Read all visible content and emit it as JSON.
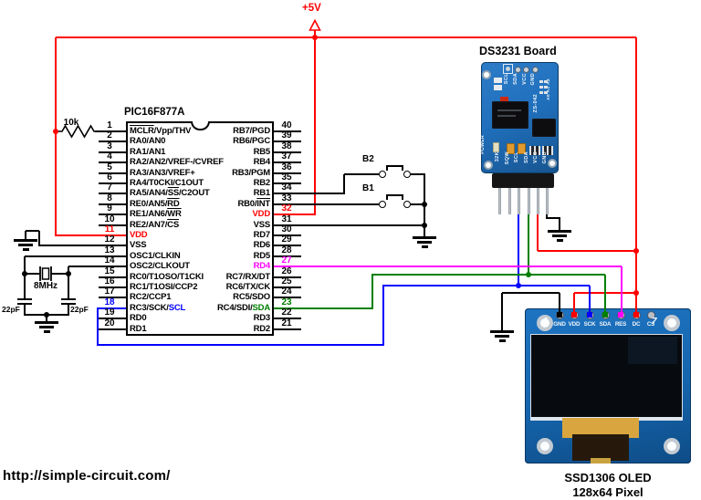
{
  "page": {
    "credit": "http://simple-circuit.com/"
  },
  "colors": {
    "red": "#ff0000",
    "blue": "#0000ff",
    "green": "#008000",
    "magenta": "#ff00ff",
    "black": "#000000",
    "ds_board_blue": "#2271bd",
    "oled_board_blue": "#1565ad",
    "screen_black": "#070b10",
    "flex_yellow": "#d9a53f"
  },
  "power": {
    "label": "+5V"
  },
  "pullup_resistor": {
    "label": "10k"
  },
  "crystal": {
    "label": "8MHz"
  },
  "capacitors": {
    "c1": "22pF",
    "c2": "22pF"
  },
  "buttons": {
    "b1": "B1",
    "b2": "B2"
  },
  "ic": {
    "title": "PIC16F877A",
    "left_pins": [
      {
        "num": "1",
        "parts": [
          {
            "t": "MCLR",
            "o": true
          },
          {
            "t": "/Vpp/THV"
          }
        ]
      },
      {
        "num": "2",
        "parts": [
          {
            "t": "RA0/AN0"
          }
        ]
      },
      {
        "num": "3",
        "parts": [
          {
            "t": "RA1/AN1"
          }
        ]
      },
      {
        "num": "4",
        "parts": [
          {
            "t": "RA2/AN2/VREF-/CVREF"
          }
        ]
      },
      {
        "num": "5",
        "parts": [
          {
            "t": "RA3/AN3/VREF+"
          }
        ]
      },
      {
        "num": "6",
        "parts": [
          {
            "t": "RA4/T0CKI/C1OUT"
          }
        ]
      },
      {
        "num": "7",
        "parts": [
          {
            "t": "RA5/AN4/"
          },
          {
            "t": "SS",
            "o": true
          },
          {
            "t": "/C2OUT"
          }
        ]
      },
      {
        "num": "8",
        "parts": [
          {
            "t": "RE0/AN5/"
          },
          {
            "t": "RD",
            "o": true
          }
        ]
      },
      {
        "num": "9",
        "parts": [
          {
            "t": "RE1/AN6/"
          },
          {
            "t": "WR",
            "o": true
          }
        ]
      },
      {
        "num": "10",
        "parts": [
          {
            "t": "RE2/AN7/"
          },
          {
            "t": "CS",
            "o": true
          }
        ]
      },
      {
        "num": "11",
        "hl": "#ff0000",
        "parts": [
          {
            "t": "VDD",
            "c": "#ff0000"
          }
        ]
      },
      {
        "num": "12",
        "parts": [
          {
            "t": "VSS"
          }
        ]
      },
      {
        "num": "13",
        "parts": [
          {
            "t": "OSC1/CLKIN"
          }
        ]
      },
      {
        "num": "14",
        "parts": [
          {
            "t": "OSC2/CLKOUT"
          }
        ]
      },
      {
        "num": "15",
        "parts": [
          {
            "t": "RC0/T1OSO/T1CKI"
          }
        ]
      },
      {
        "num": "16",
        "parts": [
          {
            "t": "RC1/T1OSI/CCP2"
          }
        ]
      },
      {
        "num": "17",
        "parts": [
          {
            "t": "RC2/CCP1"
          }
        ]
      },
      {
        "num": "18",
        "hl": "#0000ff",
        "parts": [
          {
            "t": "RC3/SCK/"
          },
          {
            "t": "SCL",
            "c": "#0000ff"
          }
        ]
      },
      {
        "num": "19",
        "parts": [
          {
            "t": "RD0"
          }
        ]
      },
      {
        "num": "20",
        "parts": [
          {
            "t": "RD1"
          }
        ]
      }
    ],
    "right_pins": [
      {
        "num": "40",
        "parts": [
          {
            "t": "RB7/PGD"
          }
        ]
      },
      {
        "num": "39",
        "parts": [
          {
            "t": "RB6/PGC"
          }
        ]
      },
      {
        "num": "38",
        "parts": [
          {
            "t": "RB5"
          }
        ]
      },
      {
        "num": "37",
        "parts": [
          {
            "t": "RB4"
          }
        ]
      },
      {
        "num": "36",
        "parts": [
          {
            "t": "RB3/PGM"
          }
        ]
      },
      {
        "num": "35",
        "parts": [
          {
            "t": "RB2"
          }
        ]
      },
      {
        "num": "34",
        "parts": [
          {
            "t": "RB1"
          }
        ]
      },
      {
        "num": "33",
        "parts": [
          {
            "t": "RB0/"
          },
          {
            "t": "INT",
            "o": true
          }
        ]
      },
      {
        "num": "32",
        "hl": "#ff0000",
        "parts": [
          {
            "t": "VDD",
            "c": "#ff0000"
          }
        ]
      },
      {
        "num": "31",
        "parts": [
          {
            "t": "VSS"
          }
        ]
      },
      {
        "num": "30",
        "parts": [
          {
            "t": "RD7"
          }
        ]
      },
      {
        "num": "29",
        "parts": [
          {
            "t": "RD6"
          }
        ]
      },
      {
        "num": "28",
        "parts": [
          {
            "t": "RD5"
          }
        ]
      },
      {
        "num": "27",
        "hl": "#ff00ff",
        "parts": [
          {
            "t": "RD4",
            "c": "#ff00ff"
          }
        ]
      },
      {
        "num": "26",
        "parts": [
          {
            "t": "RC7/RX/DT"
          }
        ]
      },
      {
        "num": "25",
        "parts": [
          {
            "t": "RC6/TX/CK"
          }
        ]
      },
      {
        "num": "24",
        "parts": [
          {
            "t": "RC5/SDO"
          }
        ]
      },
      {
        "num": "23",
        "hl": "#008000",
        "parts": [
          {
            "t": "RC4/SDI/"
          },
          {
            "t": "SDA",
            "c": "#008000"
          }
        ]
      },
      {
        "num": "22",
        "parts": [
          {
            "t": "RD3"
          }
        ]
      },
      {
        "num": "21",
        "parts": [
          {
            "t": "RD2"
          }
        ]
      }
    ]
  },
  "ds3231": {
    "title": "DS3231 Board",
    "top_pins": [
      "SCL",
      "SDA",
      "VCC",
      "GND"
    ],
    "addr_label": "A0 A1 A2",
    "model_label": "ZS-042",
    "power_label": "POWER",
    "bottom_pins": [
      "32K",
      "SQW",
      "SCL",
      "SDA",
      "VCC",
      "GND"
    ]
  },
  "oled": {
    "pin_start": "1",
    "pin_end": "7",
    "pins": [
      "GND",
      "VDD",
      "SCK",
      "SDA",
      "RES",
      "DC",
      "CS"
    ],
    "caption_line1": "SSD1306 OLED",
    "caption_line2": "128x64 Pixel"
  }
}
